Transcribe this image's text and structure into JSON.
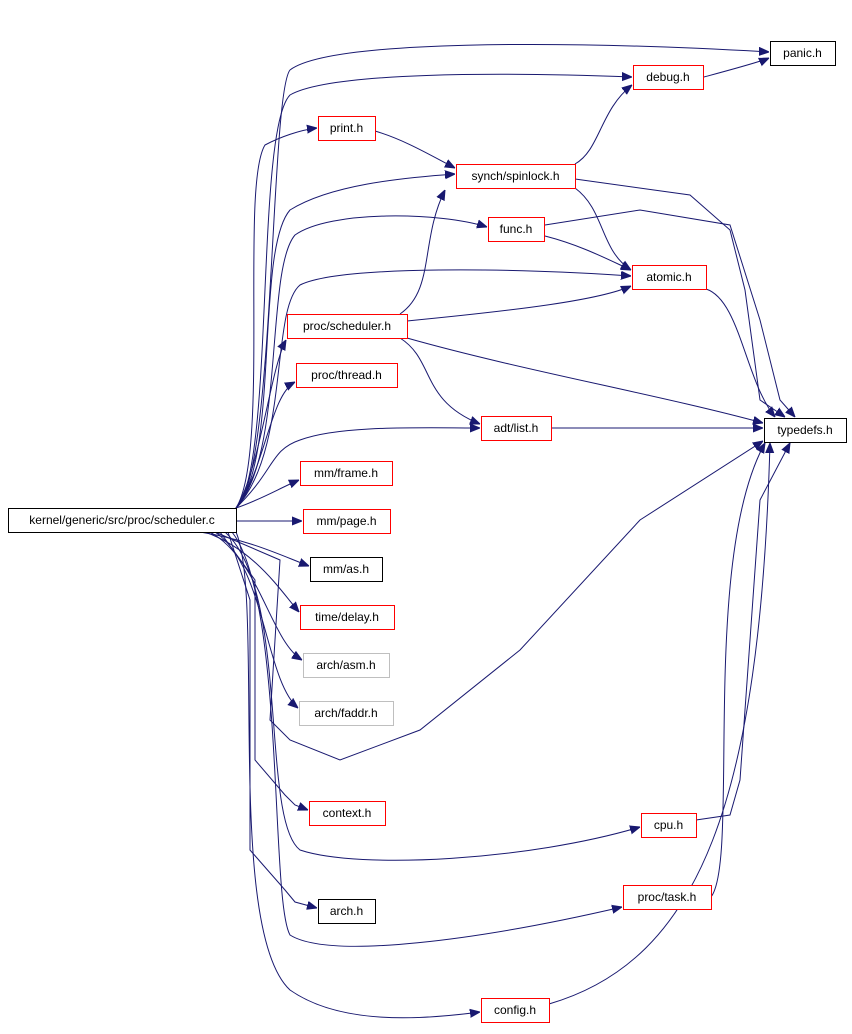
{
  "colors": {
    "edge": "#191970",
    "documented_border": "#ff0000",
    "plain_border": "#000000",
    "undocumented_border": "#bfbfbf",
    "root_fill": "#000000",
    "root_text": "#ffffff",
    "text": "#000000"
  },
  "nodes": [
    {
      "id": "root",
      "label": "kernel/generic/src/proc/scheduler.c",
      "style": "root"
    },
    {
      "id": "panic",
      "label": "panic.h",
      "style": "plain"
    },
    {
      "id": "debug",
      "label": "debug.h",
      "style": "documented"
    },
    {
      "id": "print",
      "label": "print.h",
      "style": "documented"
    },
    {
      "id": "spinlock",
      "label": "synch/spinlock.h",
      "style": "documented"
    },
    {
      "id": "func",
      "label": "func.h",
      "style": "documented"
    },
    {
      "id": "atomic",
      "label": "atomic.h",
      "style": "documented"
    },
    {
      "id": "sched_h",
      "label": "proc/scheduler.h",
      "style": "documented"
    },
    {
      "id": "thread",
      "label": "proc/thread.h",
      "style": "documented"
    },
    {
      "id": "list",
      "label": "adt/list.h",
      "style": "documented"
    },
    {
      "id": "typedefs",
      "label": "typedefs.h",
      "style": "plain"
    },
    {
      "id": "frame",
      "label": "mm/frame.h",
      "style": "documented"
    },
    {
      "id": "page",
      "label": "mm/page.h",
      "style": "documented"
    },
    {
      "id": "as",
      "label": "mm/as.h",
      "style": "plain"
    },
    {
      "id": "delay",
      "label": "time/delay.h",
      "style": "documented"
    },
    {
      "id": "asm",
      "label": "arch/asm.h",
      "style": "undocumented"
    },
    {
      "id": "faddr",
      "label": "arch/faddr.h",
      "style": "undocumented"
    },
    {
      "id": "context",
      "label": "context.h",
      "style": "documented"
    },
    {
      "id": "cpu",
      "label": "cpu.h",
      "style": "documented"
    },
    {
      "id": "arch",
      "label": "arch.h",
      "style": "plain"
    },
    {
      "id": "task",
      "label": "proc/task.h",
      "style": "documented"
    },
    {
      "id": "config",
      "label": "config.h",
      "style": "documented"
    }
  ],
  "edges": [
    {
      "from": "root",
      "to": "panic"
    },
    {
      "from": "root",
      "to": "debug"
    },
    {
      "from": "root",
      "to": "print"
    },
    {
      "from": "root",
      "to": "spinlock"
    },
    {
      "from": "root",
      "to": "func"
    },
    {
      "from": "root",
      "to": "atomic"
    },
    {
      "from": "root",
      "to": "sched_h"
    },
    {
      "from": "root",
      "to": "thread"
    },
    {
      "from": "root",
      "to": "list"
    },
    {
      "from": "root",
      "to": "frame"
    },
    {
      "from": "root",
      "to": "page"
    },
    {
      "from": "root",
      "to": "as"
    },
    {
      "from": "root",
      "to": "delay"
    },
    {
      "from": "root",
      "to": "asm"
    },
    {
      "from": "root",
      "to": "faddr"
    },
    {
      "from": "root",
      "to": "typedefs"
    },
    {
      "from": "root",
      "to": "context"
    },
    {
      "from": "root",
      "to": "cpu"
    },
    {
      "from": "root",
      "to": "arch"
    },
    {
      "from": "root",
      "to": "task"
    },
    {
      "from": "root",
      "to": "config"
    },
    {
      "from": "debug",
      "to": "panic"
    },
    {
      "from": "print",
      "to": "spinlock"
    },
    {
      "from": "spinlock",
      "to": "debug"
    },
    {
      "from": "spinlock",
      "to": "atomic"
    },
    {
      "from": "spinlock",
      "to": "typedefs"
    },
    {
      "from": "func",
      "to": "atomic"
    },
    {
      "from": "func",
      "to": "typedefs"
    },
    {
      "from": "atomic",
      "to": "typedefs"
    },
    {
      "from": "sched_h",
      "to": "spinlock"
    },
    {
      "from": "sched_h",
      "to": "atomic"
    },
    {
      "from": "sched_h",
      "to": "list"
    },
    {
      "from": "sched_h",
      "to": "typedefs"
    },
    {
      "from": "list",
      "to": "typedefs"
    },
    {
      "from": "cpu",
      "to": "typedefs"
    },
    {
      "from": "task",
      "to": "typedefs"
    },
    {
      "from": "config",
      "to": "typedefs"
    }
  ]
}
